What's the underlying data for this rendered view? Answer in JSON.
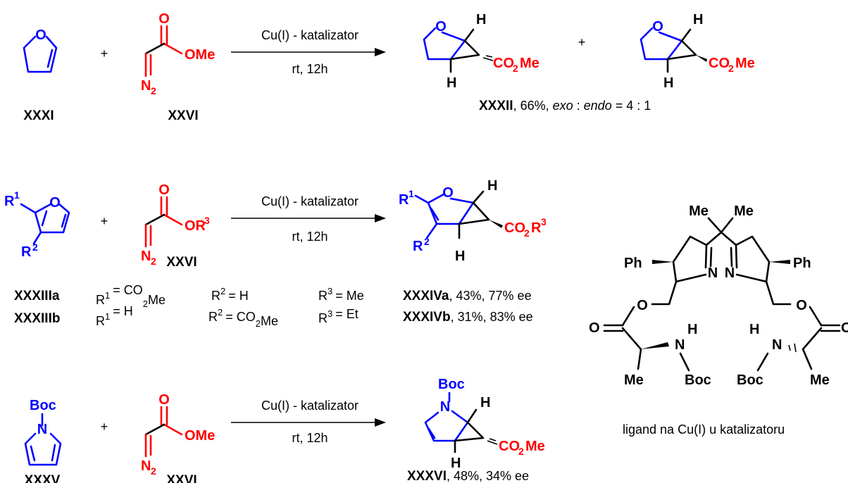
{
  "atoms": {
    "O": "O",
    "H": "H",
    "N": "N",
    "N2": "N",
    "two": "2",
    "OMe": "OMe",
    "OR": "OR",
    "three": "3",
    "CO": "CO",
    "Me": "Me",
    "R": "R",
    "one": "1",
    "Boc": "Boc",
    "Ph": "Ph"
  },
  "reaction1": {
    "reagent": "Cu(I) - katalizator",
    "conditions": "rt, 12h",
    "plus": "+",
    "sm1_label": "XXXI",
    "sm2_label": "XXVI",
    "product_label": "XXXII",
    "yield": ", 66%, ",
    "exo": "exo",
    "colon": " : ",
    "endo": "endo",
    "ratio": " = 4 : 1"
  },
  "reaction2": {
    "reagent": "Cu(I) - katalizator",
    "conditions": "rt, 12h",
    "plus": "+",
    "sm2_label": "XXVI",
    "sm1a_label": "XXXIIIa",
    "sm1b_label": "XXXIIIb",
    "row_a": {
      "r1": "R",
      "r1_eq": "= CO",
      "r1_sub": "2",
      "r1_tail": "Me",
      "r2": "R",
      "r2_eq": "= H",
      "r3": "R",
      "r3_eq": "= Me"
    },
    "row_b": {
      "r1": "R",
      "r1_eq": "= H",
      "r2": "R",
      "r2_eq": "= CO",
      "r2_sub": "2",
      "r2_tail": "Me",
      "r3": "R",
      "r3_eq": "= Et"
    },
    "prod_a_label": "XXXIVa",
    "prod_a_yield": ", 43%, 77% ee",
    "prod_b_label": "XXXIVb",
    "prod_b_yield": ", 31%, 83% ee"
  },
  "reaction3": {
    "reagent": "Cu(I) - katalizator",
    "conditions": "rt, 12h",
    "plus": "+",
    "sm1_label": "XXXV",
    "sm2_label": "XXVI",
    "product_label": "XXXVI",
    "yield": ", 48%, 34% ee"
  },
  "ligand": {
    "caption": "ligand na Cu(I) u katalizatoru"
  }
}
